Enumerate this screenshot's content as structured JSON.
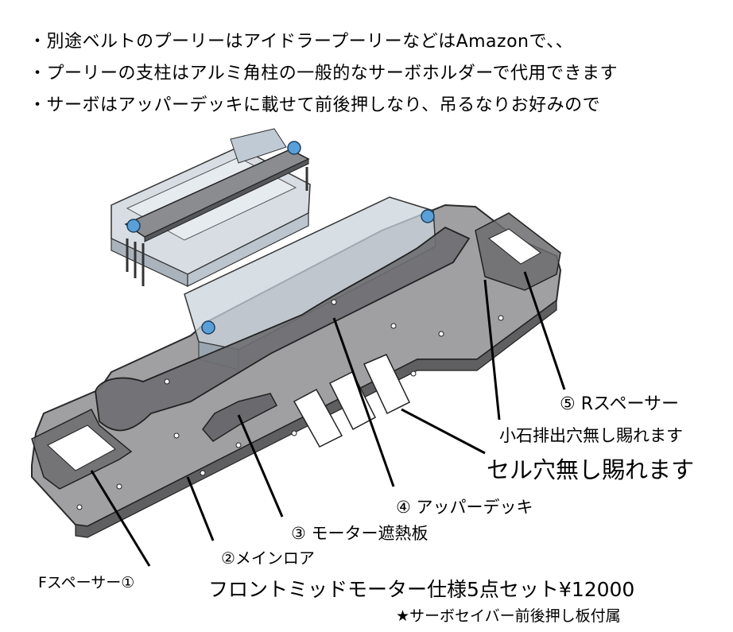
{
  "notes": [
    "・別途ベルトのプーリーはアイドラープーリーなどはAmazonで、、",
    "・プーリーの支柱はアルミ角柱の一般的なサーボホルダーで代用できます",
    "・サーボはアッパーデッキに載せて前後押しなり、吊るなりお好みので"
  ],
  "labels": {
    "r_spacer": "⑤ Rスペーサー",
    "stone_hole": "小石排出穴無し賜れます",
    "cell_hole": "セル穴無し賜れます",
    "upper_deck": "④ アッパーデッキ",
    "motor_plate": "③ モーター遮熱板",
    "main_lower": "②メインロア",
    "f_spacer": "Fスペーサー①",
    "set_title": "フロントミッドモーター仕様5点セット¥12000",
    "servo_saver": "★サーボセイバー前後押し板付属"
  },
  "colors": {
    "chassis_fill": "#8f8f92",
    "deck_fill": "#6e6e72",
    "clear_fill": "#c9d3db",
    "post_blue": "#5aa0d8"
  }
}
